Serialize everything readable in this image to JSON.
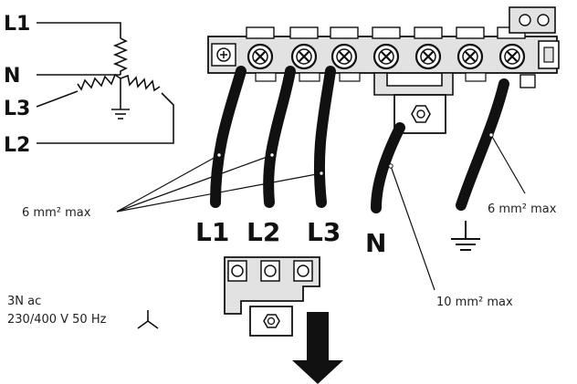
{
  "schematic": {
    "terminals": [
      "L1",
      "N",
      "L3",
      "L2"
    ]
  },
  "terminal_block": {
    "cable_labels": [
      "L1",
      "L2",
      "L3",
      "N"
    ],
    "earth_icon": "earth-ground-icon"
  },
  "callouts": {
    "phase_section": "6 mm² max",
    "earth_section": "6 mm² max",
    "neutral_section": "10 mm² max"
  },
  "supply": {
    "type": "3N ac",
    "rating": "230/400 V 50 Hz",
    "icon": "three-phase-symbol-icon"
  },
  "colors": {
    "line": "#111111",
    "block_fill": "#e2e2e2",
    "cable_fill": "#6f6f6f",
    "earth_stripe": "#bdbdbd"
  }
}
